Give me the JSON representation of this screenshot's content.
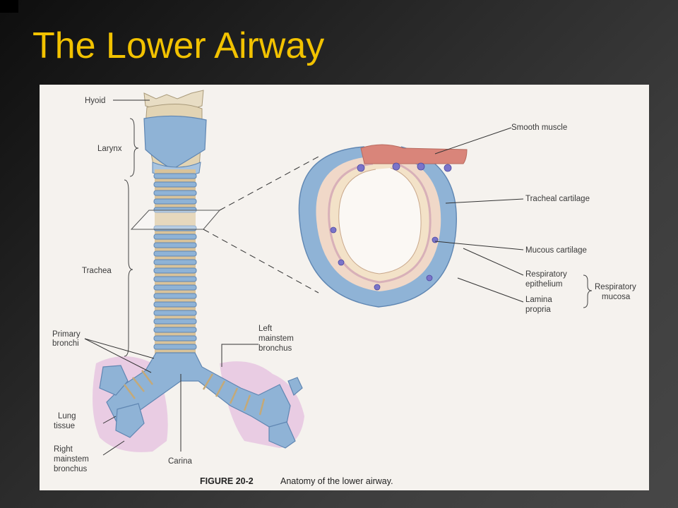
{
  "slide": {
    "title": "The Lower Airway",
    "title_color": "#f2c200",
    "background": "#3a3a3a"
  },
  "figure": {
    "caption_label": "FIGURE 20-2",
    "caption_text": "Anatomy of the lower airway.",
    "labels": {
      "hyoid": "Hyoid",
      "larynx": "Larynx",
      "trachea": "Trachea",
      "primary_bronchi_1": "Primary",
      "primary_bronchi_2": "bronchi",
      "left_mainstem_1": "Left",
      "left_mainstem_2": "mainstem",
      "left_mainstem_3": "bronchus",
      "lung_tissue_1": "Lung",
      "lung_tissue_2": "tissue",
      "right_mainstem_1": "Right",
      "right_mainstem_2": "mainstem",
      "right_mainstem_3": "bronchus",
      "carina": "Carina",
      "smooth_muscle": "Smooth muscle",
      "tracheal_cartilage": "Tracheal cartilage",
      "mucous_cartilage": "Mucous cartilage",
      "respiratory_epithelium_1": "Respiratory",
      "respiratory_epithelium_2": "epithelium",
      "lamina_propria_1": "Lamina",
      "lamina_propria_2": "propria",
      "respiratory_mucosa_1": "Respiratory",
      "respiratory_mucosa_2": "mucosa"
    },
    "colors": {
      "cartilage_blue": "#8fb3d6",
      "tan": "#d9c39a",
      "muscle_red": "#d9857a",
      "lung_pink": "#e6c6e0",
      "gland_purple": "#7a74c9"
    }
  }
}
